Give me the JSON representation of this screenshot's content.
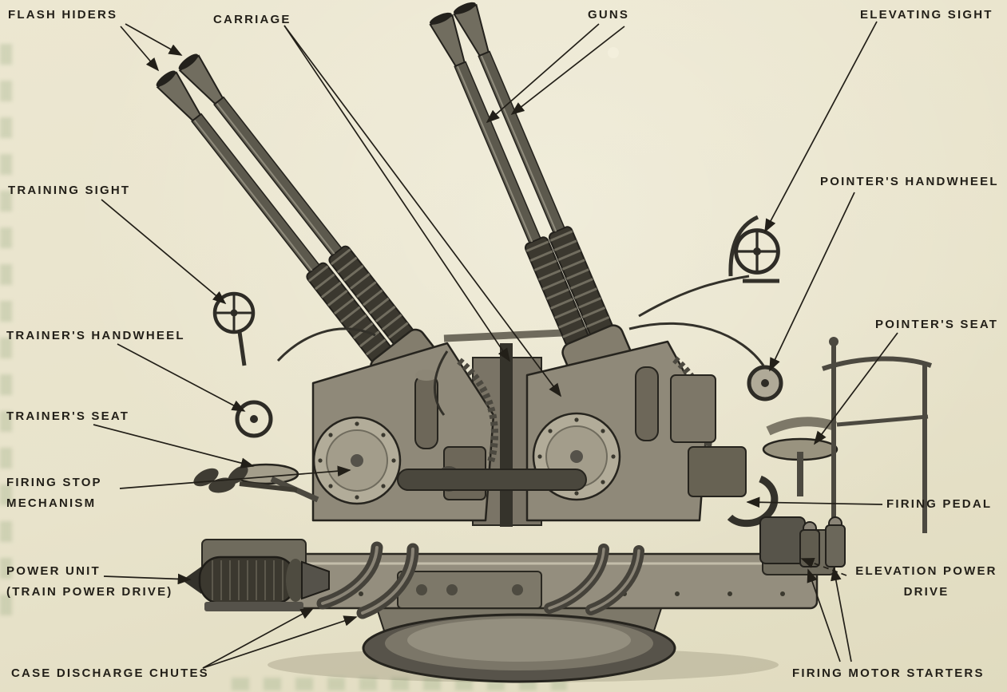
{
  "page": {
    "paper_color": "#e8e3cb",
    "ink_color": "#221f18",
    "figure_type": "labeled technical illustration of a quad antiaircraft gun mount"
  },
  "diagram": {
    "labels": [
      {
        "id": "flash-hiders",
        "text": "FLASH HIDERS"
      },
      {
        "id": "carriage",
        "text": "CARRIAGE"
      },
      {
        "id": "guns",
        "text": "GUNS"
      },
      {
        "id": "elevating-sight",
        "text": "ELEVATING SIGHT"
      },
      {
        "id": "training-sight",
        "text": "TRAINING SIGHT"
      },
      {
        "id": "pointers-handwheel",
        "text": "POINTER'S HANDWHEEL"
      },
      {
        "id": "trainers-handwheel",
        "text": "TRAINER'S HANDWHEEL"
      },
      {
        "id": "pointers-seat",
        "text": "POINTER'S SEAT"
      },
      {
        "id": "trainers-seat",
        "text": "TRAINER'S SEAT"
      },
      {
        "id": "firing-stop-mechanism",
        "text": "FIRING STOP\nMECHANISM"
      },
      {
        "id": "firing-pedal",
        "text": "FIRING PEDAL"
      },
      {
        "id": "power-unit",
        "text": "POWER UNIT\n(TRAIN POWER DRIVE)"
      },
      {
        "id": "elevation-power-drive",
        "text": "ELEVATION POWER\nDRIVE"
      },
      {
        "id": "case-discharge-chutes",
        "text": "CASE DISCHARGE CHUTES"
      },
      {
        "id": "firing-motor-starters",
        "text": "FIRING MOTOR STARTERS"
      }
    ]
  }
}
